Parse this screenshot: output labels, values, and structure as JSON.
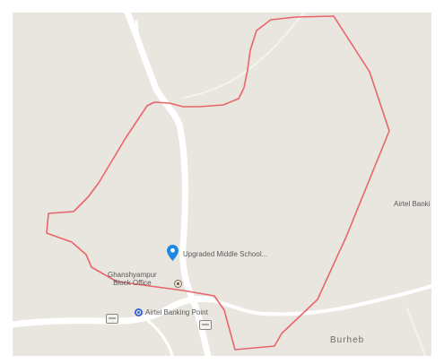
{
  "map": {
    "boundary_color": "#e8656a",
    "road_color": "#ffffff",
    "land_color": "#e9e6df"
  },
  "labels": {
    "school": "Upgraded Middle School...",
    "office_line1": "Ghanshyampur",
    "office_line2": "Block Office",
    "bank": "Airtel Banking Point",
    "bank_right": "Airtel Banki",
    "town": "Burheb",
    "shield_1": "",
    "shield_2": ""
  },
  "icons": {
    "school": "map-pin-icon",
    "office": "government-building-icon",
    "bank": "bank-circle-icon"
  }
}
